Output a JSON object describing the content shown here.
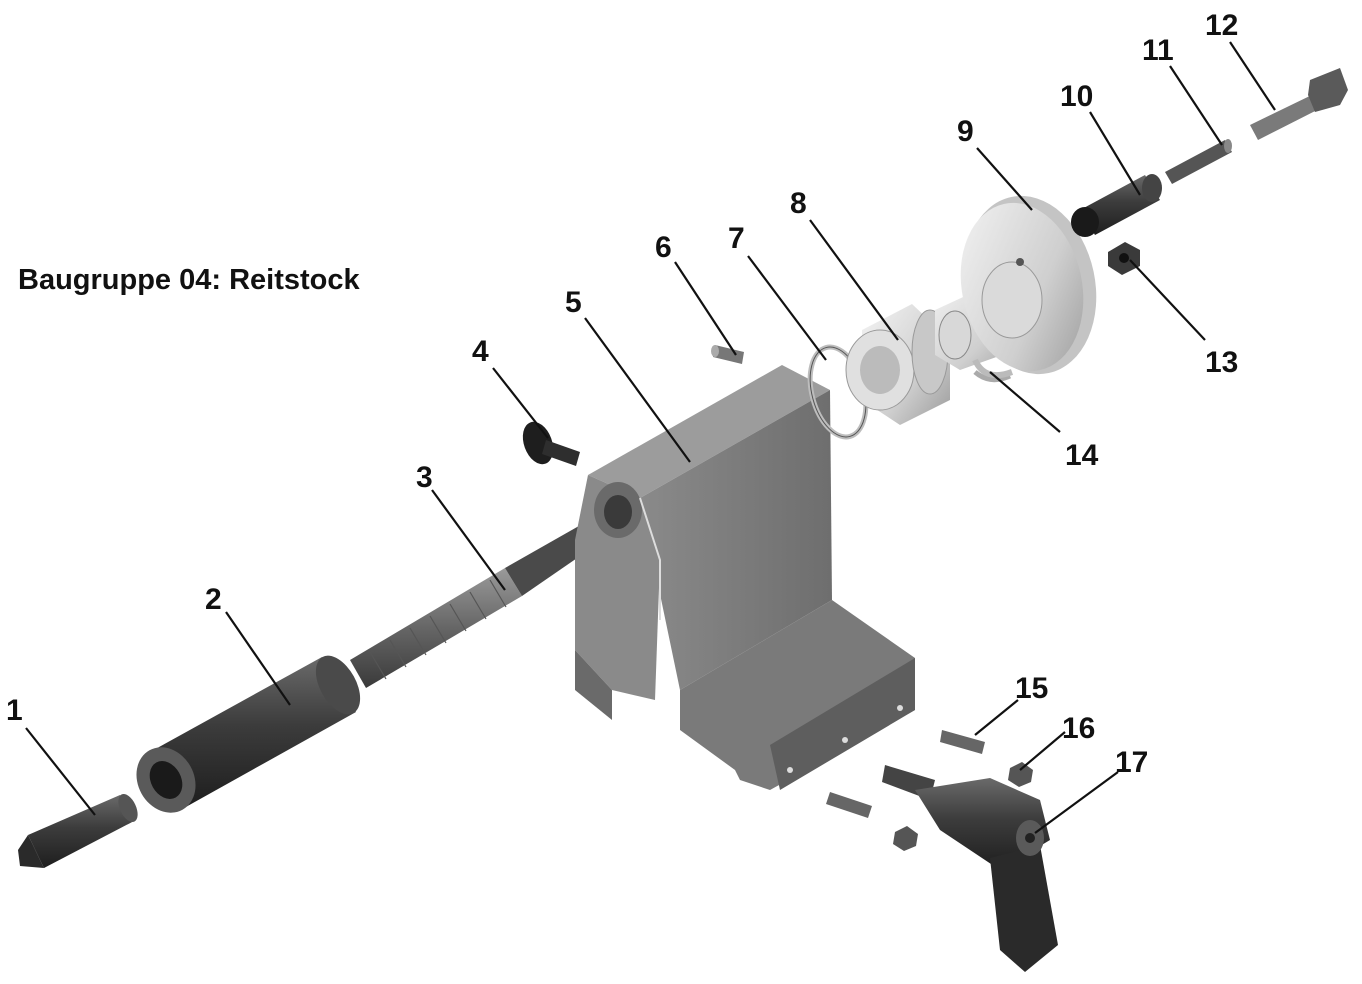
{
  "title": "Baugruppe 04: Reitstock",
  "parts": [
    {
      "number": "1"
    },
    {
      "number": "2"
    },
    {
      "number": "3"
    },
    {
      "number": "4"
    },
    {
      "number": "5"
    },
    {
      "number": "6"
    },
    {
      "number": "7"
    },
    {
      "number": "8"
    },
    {
      "number": "9"
    },
    {
      "number": "10"
    },
    {
      "number": "11"
    },
    {
      "number": "12"
    },
    {
      "number": "13"
    },
    {
      "number": "14"
    },
    {
      "number": "15"
    },
    {
      "number": "16"
    },
    {
      "number": "17"
    }
  ],
  "colors": {
    "background": "#ffffff",
    "ink": "#111111",
    "dark_part": "#3a3a3a",
    "body_grey": "#7c7c7c",
    "light_part": "#d6d6d6"
  }
}
